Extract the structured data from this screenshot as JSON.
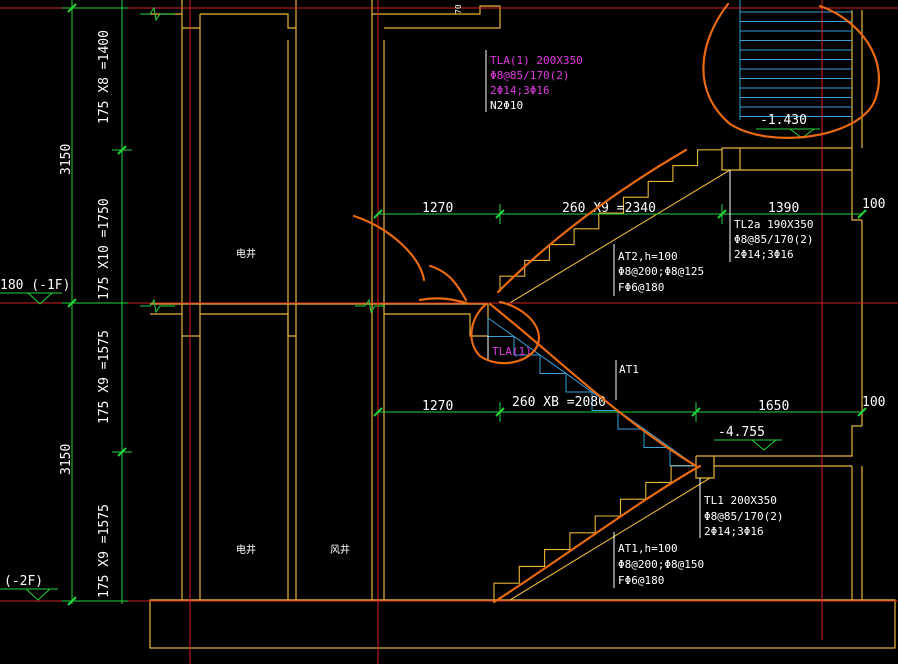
{
  "colors": {
    "background": "#000000",
    "wall": "#e8b53a",
    "gridline": "#d42020",
    "dimension": "#22d43a",
    "annotation": "#ffffff",
    "beam_magenta": "#e03ae0",
    "markup_orange": "#e86a10",
    "hatch_blue": "#3aa0d8"
  },
  "vertical_dims": {
    "upper_total": "3150",
    "upper_top": "175 X8 =1400",
    "upper_bottom": "175 X10 =1750",
    "lower_total": "3150",
    "lower_top": "175 X9 =1575",
    "lower_bottom": "175 X9 =1575"
  },
  "levels": {
    "level_1f": "180 (-1F)",
    "level_2f": "(-2F)",
    "mid_upper": "-1.430",
    "mid_lower": "-4.755"
  },
  "horizontal_dims": {
    "upper_left": "1270",
    "upper_run": "260 X9 =2340",
    "upper_right": "1390",
    "upper_edge": "100",
    "lower_left": "1270",
    "lower_run": "260 XB =2080",
    "lower_right": "1650",
    "lower_edge": "100"
  },
  "rooms": {
    "shaft_upper": "电井",
    "shaft_lower": "电井",
    "air_shaft": "风井"
  },
  "annotations": {
    "tla1_lines": [
      "TLA(1) 200X350",
      "Φ8@85/170(2)",
      "2Φ14;3Φ16",
      "N2Φ10"
    ],
    "tl2a_lines": [
      "TL2a 190X350",
      "Φ8@85/170(2)",
      "2Φ14;3Φ16"
    ],
    "at2_lines": [
      "AT2,h=100",
      "Φ8@200;Φ8@125",
      "FΦ6@180"
    ],
    "tla1_tag": "TLA(1)",
    "at1_tag": "AT1",
    "tl1_lines": [
      "TL1 200X350",
      "Φ8@85/170(2)",
      "2Φ14;3Φ16"
    ],
    "at1_lines": [
      "AT1,h=100",
      "Φ8@200;Φ8@150",
      "FΦ6@180"
    ],
    "top_fragment": "70"
  }
}
